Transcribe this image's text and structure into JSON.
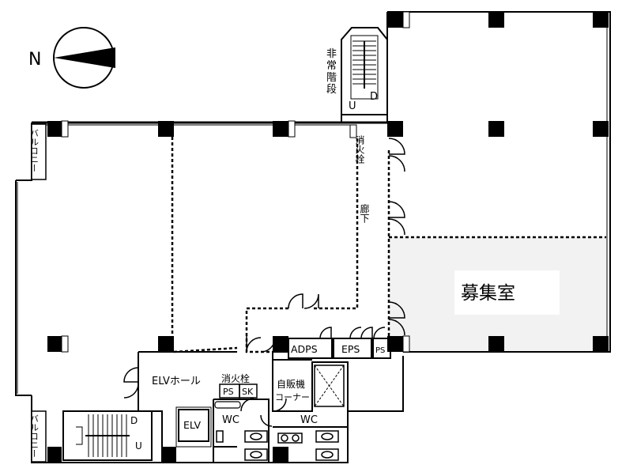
{
  "compass": {
    "north_label": "N"
  },
  "labels": {
    "emergency_stairs": "非常階段",
    "hydrant_top": "消火栓",
    "corridor": "廊下",
    "recruit_room": "募集室",
    "adps": "ADPS",
    "eps": "EPS",
    "ps_right": "PS",
    "elv_hall": "ELVホール",
    "hydrant_mid": "消火栓",
    "ps_small": "PS",
    "sk": "SK",
    "vending": "自販機",
    "corner": "コーナー",
    "elv": "ELV",
    "wc_left": "WC",
    "wc_right": "WC",
    "balcony_top": "バルコニー",
    "balcony_bottom": "バルコニー",
    "stair_top_u": "U",
    "stair_top_d": "D",
    "stair_bottom_d": "D",
    "stair_bottom_u": "U"
  },
  "colors": {
    "line": "#000000",
    "recruit_fill": "#f2f2f2",
    "label_box": "#ffffff"
  }
}
